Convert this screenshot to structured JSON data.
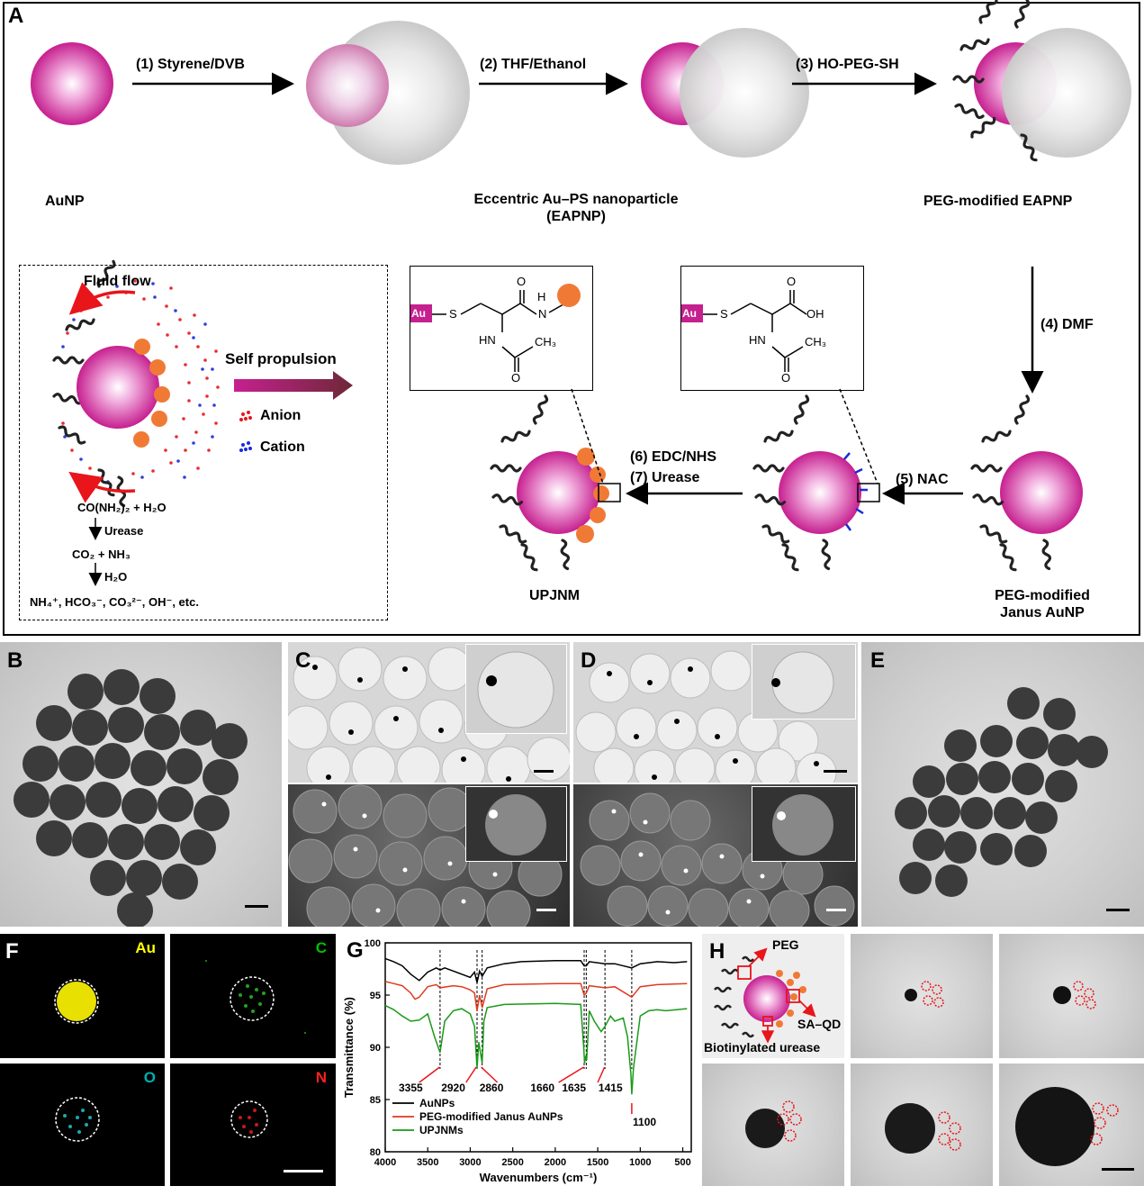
{
  "panels": {
    "A": "A",
    "B": "B",
    "C": "C",
    "D": "D",
    "E": "E",
    "F": "F",
    "G": "G",
    "H": "H"
  },
  "panelA": {
    "steps": {
      "s1": "(1) Styrene/DVB",
      "s2": "(2) THF/Ethanol",
      "s3": "(3) HO-PEG-SH",
      "s4": "(4) DMF",
      "s5": "(5) NAC",
      "s6": "(6) EDC/NHS",
      "s7": "(7) Urease"
    },
    "labels": {
      "aunp": "AuNP",
      "eapnp_line1": "Eccentric Au–PS nanoparticle",
      "eapnp_line2": "(EAPNP)",
      "peg_eapnp": "PEG-modified EAPNP",
      "upjnm": "UPJNM",
      "peg_janus_line1": "PEG-modified",
      "peg_janus_line2": "Janus AuNP"
    },
    "inset": {
      "fluid_flow": "Fluid flow",
      "self_propulsion": "Self propulsion",
      "anion": "Anion",
      "cation": "Cation",
      "eq1": "CO(NH₂)₂ + H₂O",
      "urease": "Urease",
      "eq2": "CO₂ + NH₃",
      "h2o": "H₂O",
      "eq3": "NH₄⁺, HCO₃⁻, CO₃²⁻, OH⁻, etc."
    },
    "chem": {
      "au": "Au",
      "s": "S",
      "o": "O",
      "h": "H",
      "n": "N",
      "hn": "HN",
      "ch3": "CH₃",
      "oh": "OH"
    }
  },
  "panelF": {
    "au": "Au",
    "c": "C",
    "o": "O",
    "n": "N",
    "colors": {
      "au": "#ffff00",
      "c": "#00c000",
      "o": "#00b0b0",
      "n": "#ff2020"
    }
  },
  "panelH": {
    "peg": "PEG",
    "sa_qd": "SA–QD",
    "biotin_urease": "Biotinylated urease"
  },
  "chart_data": {
    "type": "line",
    "xlabel": "Wavenumbers (cm⁻¹)",
    "ylabel": "Transmittance (%)",
    "xlim": [
      4000,
      400
    ],
    "ylim": [
      80,
      100
    ],
    "xticks": [
      4000,
      3500,
      3000,
      2500,
      2000,
      1500,
      1000,
      500
    ],
    "yticks": [
      80,
      85,
      90,
      95,
      100
    ],
    "legend_position": "bottom-left",
    "series": [
      {
        "name": "AuNPs",
        "color": "#000000",
        "points": [
          [
            4000,
            98.5
          ],
          [
            3900,
            98.2
          ],
          [
            3800,
            97.8
          ],
          [
            3700,
            97.0
          ],
          [
            3600,
            96.4
          ],
          [
            3500,
            97.2
          ],
          [
            3400,
            97.6
          ],
          [
            3355,
            97.4
          ],
          [
            3300,
            97.6
          ],
          [
            3200,
            97.3
          ],
          [
            3100,
            97.0
          ],
          [
            3000,
            96.7
          ],
          [
            2950,
            97.2
          ],
          [
            2920,
            96.2
          ],
          [
            2890,
            97.3
          ],
          [
            2860,
            96.8
          ],
          [
            2800,
            97.6
          ],
          [
            2600,
            98.0
          ],
          [
            2400,
            98.2
          ],
          [
            2000,
            98.3
          ],
          [
            1700,
            98.3
          ],
          [
            1660,
            97.8
          ],
          [
            1635,
            97.8
          ],
          [
            1600,
            98.2
          ],
          [
            1415,
            98.0
          ],
          [
            1300,
            98.0
          ],
          [
            1100,
            97.6
          ],
          [
            1000,
            98.0
          ],
          [
            800,
            98.2
          ],
          [
            600,
            98.1
          ],
          [
            450,
            98.2
          ]
        ]
      },
      {
        "name": "PEG-modified Janus AuNPs",
        "color": "#e03a1e",
        "points": [
          [
            4000,
            96.3
          ],
          [
            3900,
            96.1
          ],
          [
            3800,
            95.9
          ],
          [
            3700,
            95.2
          ],
          [
            3650,
            94.6
          ],
          [
            3600,
            94.8
          ],
          [
            3500,
            95.8
          ],
          [
            3400,
            96.0
          ],
          [
            3355,
            95.7
          ],
          [
            3200,
            95.9
          ],
          [
            3100,
            95.8
          ],
          [
            3000,
            95.5
          ],
          [
            2950,
            95.2
          ],
          [
            2920,
            93.5
          ],
          [
            2890,
            95.0
          ],
          [
            2860,
            93.8
          ],
          [
            2800,
            95.6
          ],
          [
            2600,
            96.0
          ],
          [
            2000,
            96.1
          ],
          [
            1700,
            96.1
          ],
          [
            1660,
            95.0
          ],
          [
            1635,
            95.2
          ],
          [
            1600,
            95.9
          ],
          [
            1415,
            95.7
          ],
          [
            1300,
            95.8
          ],
          [
            1100,
            94.8
          ],
          [
            1000,
            95.8
          ],
          [
            800,
            96.0
          ],
          [
            450,
            96.1
          ]
        ]
      },
      {
        "name": "UPJNMs",
        "color": "#1a9a1a",
        "points": [
          [
            4000,
            94.0
          ],
          [
            3900,
            93.6
          ],
          [
            3800,
            93.0
          ],
          [
            3700,
            92.5
          ],
          [
            3600,
            92.6
          ],
          [
            3500,
            93.2
          ],
          [
            3420,
            91.0
          ],
          [
            3355,
            89.5
          ],
          [
            3300,
            92.5
          ],
          [
            3200,
            93.5
          ],
          [
            3100,
            93.7
          ],
          [
            3000,
            93.2
          ],
          [
            2950,
            92.0
          ],
          [
            2920,
            88.0
          ],
          [
            2900,
            90.5
          ],
          [
            2870,
            89.0
          ],
          [
            2860,
            88.5
          ],
          [
            2840,
            92.5
          ],
          [
            2800,
            93.8
          ],
          [
            2600,
            94.1
          ],
          [
            2000,
            94.2
          ],
          [
            1700,
            94.1
          ],
          [
            1665,
            90.0
          ],
          [
            1655,
            88.5
          ],
          [
            1640,
            89.2
          ],
          [
            1630,
            88.8
          ],
          [
            1600,
            93.5
          ],
          [
            1540,
            92.5
          ],
          [
            1460,
            91.5
          ],
          [
            1415,
            92.0
          ],
          [
            1350,
            93.0
          ],
          [
            1300,
            92.5
          ],
          [
            1200,
            92.8
          ],
          [
            1150,
            91.0
          ],
          [
            1110,
            87.5
          ],
          [
            1100,
            85.5
          ],
          [
            1080,
            88.0
          ],
          [
            1000,
            93.0
          ],
          [
            900,
            93.5
          ],
          [
            800,
            93.6
          ],
          [
            700,
            93.5
          ],
          [
            450,
            93.7
          ]
        ]
      }
    ],
    "annotations": [
      "3355",
      "2920",
      "2860",
      "1660",
      "1635",
      "1415",
      "1100"
    ]
  }
}
